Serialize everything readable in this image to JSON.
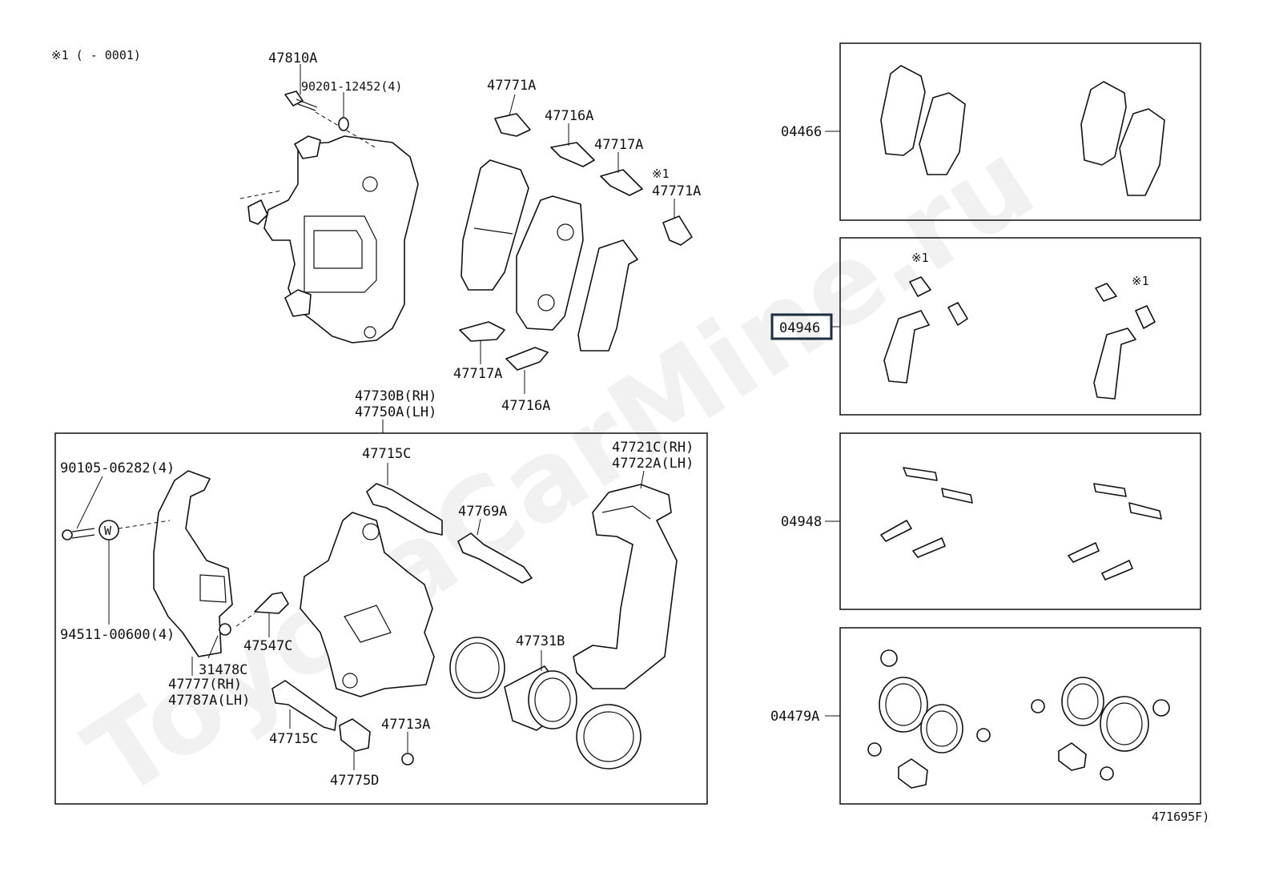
{
  "note": "※1 (      - 0001)",
  "watermark": "ToyotaCarMine.ru",
  "catalog_code": "471695F)",
  "labels": {
    "p47810A": "47810A",
    "p90201": "90201-12452(4)",
    "p47771A_top": "47771A",
    "p47716A_top": "47716A",
    "p47717A_top": "47717A",
    "mark1": "※1",
    "p47771A_mid": "47771A",
    "p47717A_bot": "47717A",
    "p47716A_bot": "47716A",
    "p47730B": "47730B(RH)",
    "p47750A": "47750A(LH)",
    "p90105": "90105-06282(4)",
    "w": "W",
    "p94511": "94511-00600(4)",
    "p47715C_top": "47715C",
    "p47769A": "47769A",
    "p47721C": "47721C(RH)",
    "p47722A": "47722A(LH)",
    "p47547C": "47547C",
    "p31478C": "31478C",
    "p47777": "47777(RH)",
    "p47787A": "47787A(LH)",
    "p47731B": "47731B",
    "p47713A": "47713A",
    "p47715C_bot": "47715C",
    "p47775D": "47775D",
    "k04466": "04466",
    "k04946": "04946",
    "k04948": "04948",
    "k04479A": "04479A",
    "kit_mark_a": "※1",
    "kit_mark_b": "※1"
  }
}
